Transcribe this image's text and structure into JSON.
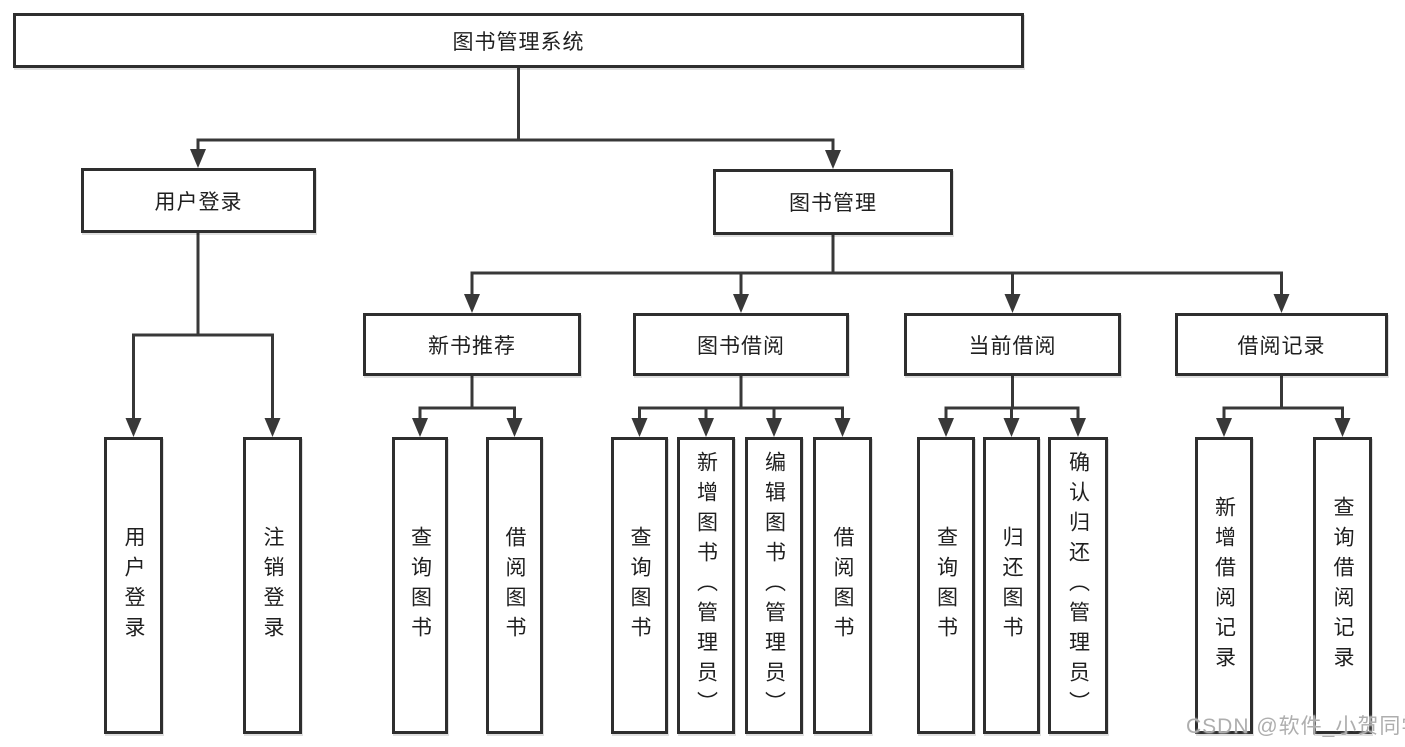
{
  "diagram_title": "图书管理系统",
  "tree": {
    "label": "图书管理系统",
    "children": [
      {
        "label": "用户登录",
        "children": [
          {
            "label": "用户登录"
          },
          {
            "label": "注销登录"
          }
        ]
      },
      {
        "label": "图书管理",
        "children": [
          {
            "label": "新书推荐",
            "children": [
              {
                "label": "查询图书"
              },
              {
                "label": "借阅图书"
              }
            ]
          },
          {
            "label": "图书借阅",
            "children": [
              {
                "label": "查询图书"
              },
              {
                "label": "新增图书（管理员）"
              },
              {
                "label": "编辑图书（管理员）"
              },
              {
                "label": "借阅图书"
              }
            ]
          },
          {
            "label": "当前借阅",
            "children": [
              {
                "label": "查询图书"
              },
              {
                "label": "归还图书"
              },
              {
                "label": "确认归还（管理员）"
              }
            ]
          },
          {
            "label": "借阅记录",
            "children": [
              {
                "label": "新增借阅记录"
              },
              {
                "label": "查询借阅记录"
              }
            ]
          }
        ]
      }
    ]
  },
  "watermark": {
    "text": "CSDN @软件_小贺同学"
  },
  "colors": {
    "line": "#383838",
    "box_border": "#2e2e2e",
    "text": "#1f1f1f",
    "background": "#ffffff",
    "watermark": "#aeaeae"
  }
}
